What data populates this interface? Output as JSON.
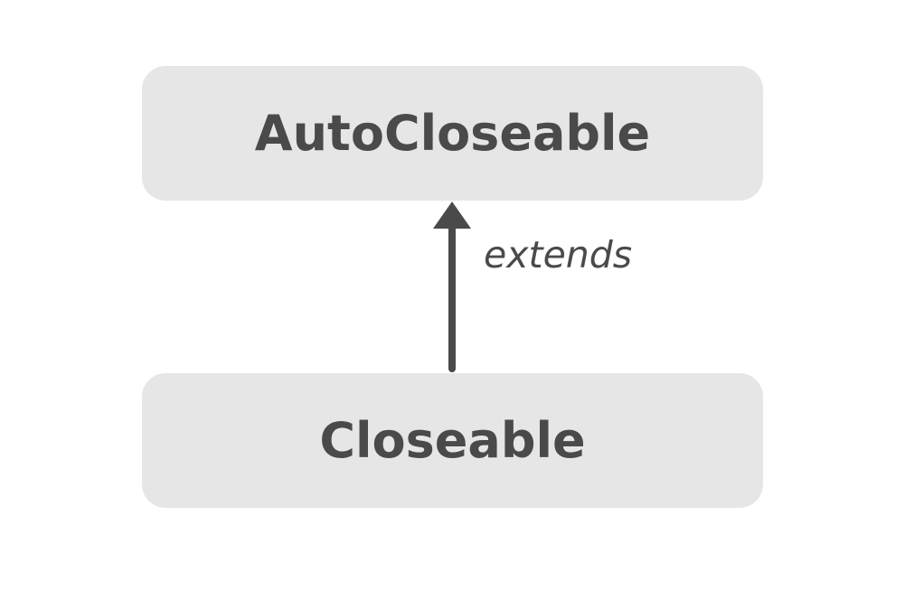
{
  "diagram": {
    "parent": {
      "label": "AutoCloseable"
    },
    "child": {
      "label": "Closeable"
    },
    "relation": {
      "label": "extends",
      "from": "child",
      "to": "parent"
    }
  },
  "colors": {
    "box_fill": "#e6e6e6",
    "text": "#4a4a4a",
    "arrow": "#4a4a4a",
    "background": "#ffffff"
  }
}
